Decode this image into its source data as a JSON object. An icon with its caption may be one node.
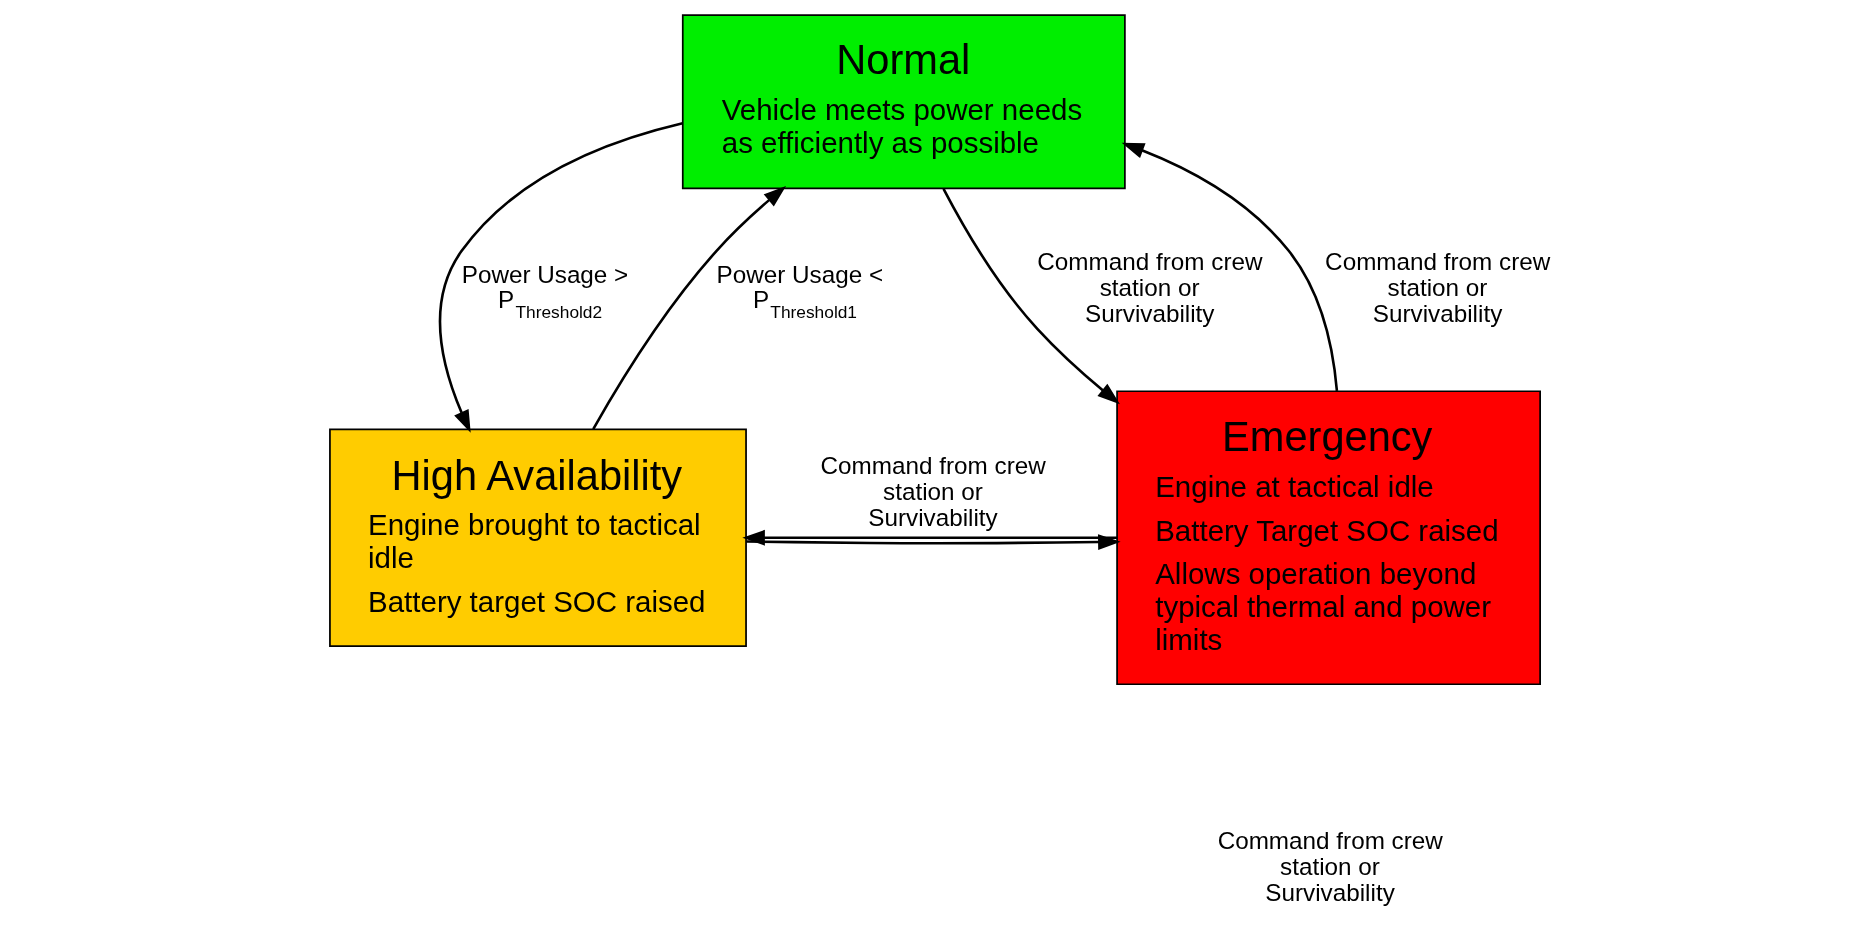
{
  "diagram": {
    "nodes": [
      {
        "text": [
          "Normal",
          "Vehicle meets power needs as efficiently as possible"
        ]
      },
      {
        "text": [
          "High Availability",
          "Engine brought to tactical idle",
          "Battery target SOC raised"
        ]
      },
      {
        "text": [
          "Emergency",
          "Engine at tactical idle",
          "Battery Target SOC raised",
          "Allows operation beyond typical thermal and power limits"
        ]
      }
    ],
    "edges": [
      {
        "from": 1,
        "to": 0,
        "arrow": "to",
        "label": "Power Usage < P$_{Threshold1}$"
      },
      {
        "from": 0,
        "to": 1,
        "arrow": "to",
        "label": "Power Usage > P$_{Threshold2}$"
      },
      {
        "from": 0,
        "to": 2,
        "arrow": "to",
        "label": "Command from crew station or Survivability"
      },
      {
        "from": 2,
        "to": 0,
        "arrow": "to",
        "label": "Command from crew station or Survivability"
      },
      {
        "from": 2,
        "to": 1,
        "arrow": "to",
        "label": "Command from crew station or Survivability"
      },
      {
        "from": 1,
        "to": 2,
        "arrow": "to"
      }
    ],
    "labels": [
      "Command from crew station or Survivability"
    ]
  }
}
